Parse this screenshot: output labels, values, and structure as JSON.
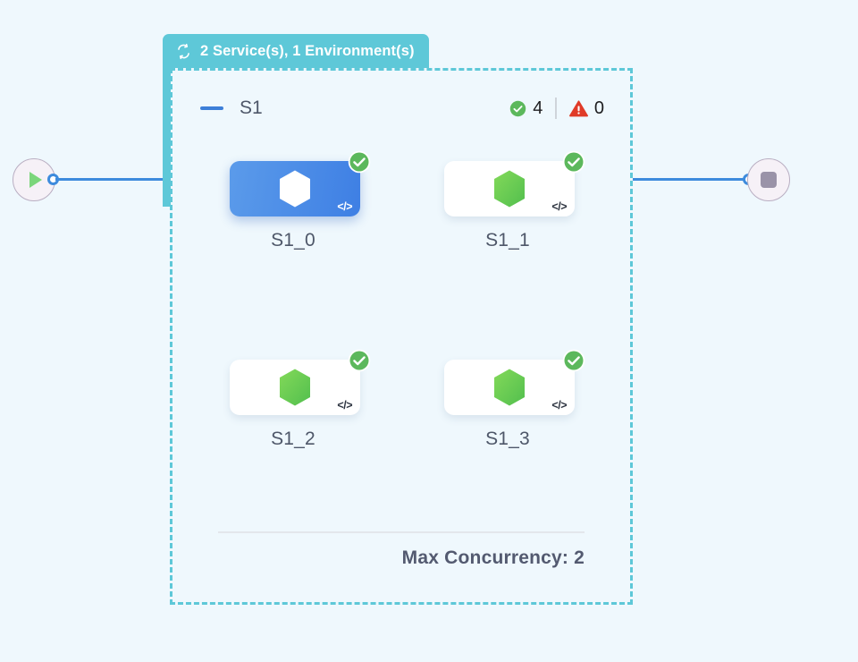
{
  "background_color": "#eff8fd",
  "group": {
    "header": {
      "icon": "loop-refresh-icon",
      "label": "2 Service(s), 1 Environment(s)",
      "color": "#5ec8d8",
      "text_color": "#ffffff"
    },
    "border_color": "#5ec8d8",
    "border_style": "dashed"
  },
  "section": {
    "collapse_icon": "minus-collapse-icon",
    "collapse_color": "#3d7fd8",
    "title": "S1",
    "counts": {
      "success_icon": "check-circle-icon",
      "success_value": "4",
      "success_color": "#5cb85c",
      "warning_icon": "warning-triangle-icon",
      "warning_value": "0",
      "warning_color": "#e03b28"
    }
  },
  "nodes": [
    {
      "label": "S1_0",
      "selected": true,
      "status": "ok",
      "status_icon": "check-circle-icon",
      "type_icon": "green-hexagon-infinity-icon",
      "code_glyph": "</>",
      "card_color": "#3e7fe4"
    },
    {
      "label": "S1_1",
      "selected": false,
      "status": "ok",
      "status_icon": "check-circle-icon",
      "type_icon": "green-hexagon-infinity-icon",
      "code_glyph": "</>",
      "card_color": "#ffffff"
    },
    {
      "label": "S1_2",
      "selected": false,
      "status": "ok",
      "status_icon": "check-circle-icon",
      "type_icon": "green-hexagon-infinity-icon",
      "code_glyph": "</>",
      "card_color": "#ffffff"
    },
    {
      "label": "S1_3",
      "selected": false,
      "status": "ok",
      "status_icon": "check-circle-icon",
      "type_icon": "green-hexagon-infinity-icon",
      "code_glyph": "</>",
      "card_color": "#ffffff"
    }
  ],
  "footer": {
    "max_concurrency_label": "Max Concurrency: 2"
  },
  "flow": {
    "start_node": {
      "icon": "play-icon",
      "icon_color": "#7bd67b"
    },
    "end_node": {
      "icon": "stop-square-icon",
      "icon_color": "#9a93a8"
    },
    "edge_color": "#3d8bdd",
    "handle_icon": "connector-handle-icon"
  }
}
